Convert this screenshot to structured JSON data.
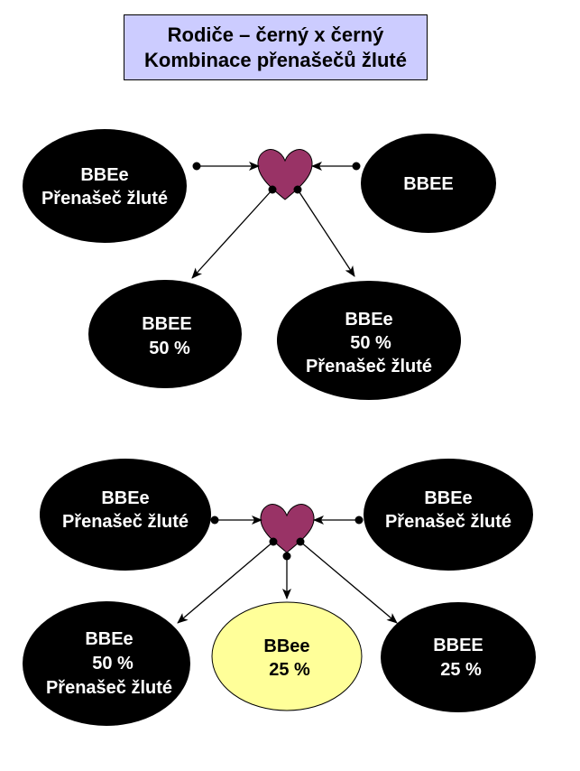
{
  "title": {
    "line1": "Rodiče – černý x černý",
    "line2": "Kombinace přenašečů žluté",
    "background": "#ccccff"
  },
  "colors": {
    "node_dark": "#000000",
    "node_dark_text": "#ffffff",
    "node_yellow": "#ffff99",
    "node_yellow_text": "#000000",
    "heart": "#993366"
  },
  "diagram1": {
    "parent_left": {
      "lines": [
        "BBEe",
        "Přenašeč žluté"
      ]
    },
    "parent_right": {
      "lines": [
        "BBEE"
      ]
    },
    "child_left": {
      "lines": [
        "BBEE",
        "50 %"
      ]
    },
    "child_right": {
      "lines": [
        "BBEe",
        "50 %",
        "Přenašeč žluté"
      ]
    }
  },
  "diagram2": {
    "parent_left": {
      "lines": [
        "BBEe",
        "Přenašeč žluté"
      ]
    },
    "parent_right": {
      "lines": [
        "BBEe",
        "Přenašeč žluté"
      ]
    },
    "child_left": {
      "lines": [
        "BBEe",
        "50 %",
        "Přenašeč žluté"
      ]
    },
    "child_middle": {
      "lines": [
        "BBee",
        "25 %"
      ]
    },
    "child_right": {
      "lines": [
        "BBEE",
        "25 %"
      ]
    }
  }
}
